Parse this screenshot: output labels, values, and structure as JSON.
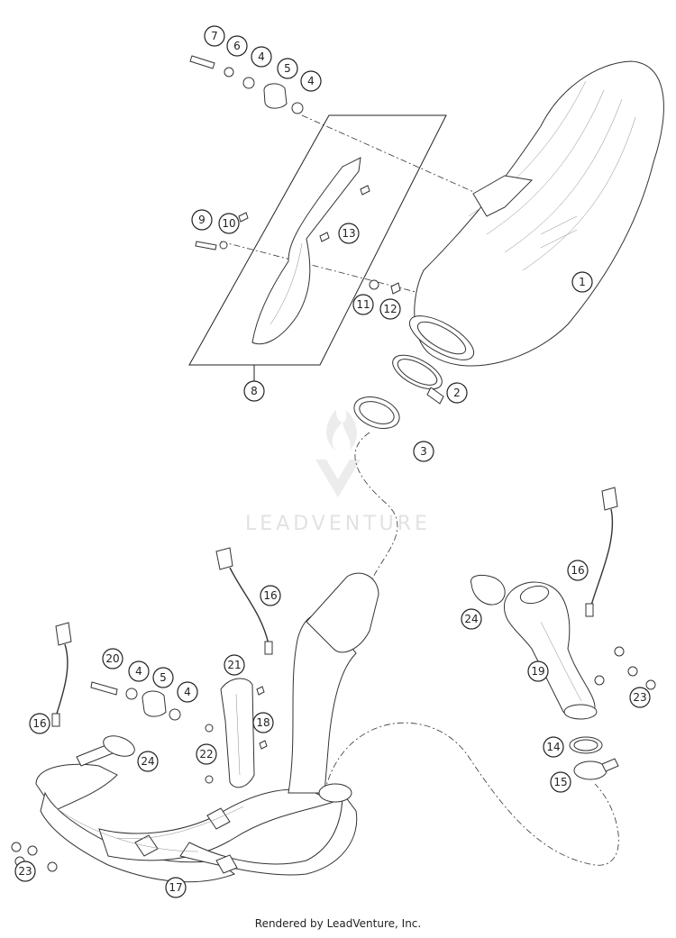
{
  "watermark": {
    "text": "LEADVENTURE"
  },
  "footer": {
    "text": "Rendered by LeadVenture, Inc."
  },
  "colors": {
    "line": "#333333",
    "watermark": "#e2e2e2",
    "background": "#ffffff"
  },
  "callouts": [
    {
      "id": "c7",
      "label": "7"
    },
    {
      "id": "c6",
      "label": "6"
    },
    {
      "id": "c4a",
      "label": "4"
    },
    {
      "id": "c5a",
      "label": "5"
    },
    {
      "id": "c4b",
      "label": "4"
    },
    {
      "id": "c9",
      "label": "9"
    },
    {
      "id": "c10",
      "label": "10"
    },
    {
      "id": "c13",
      "label": "13"
    },
    {
      "id": "c11",
      "label": "11"
    },
    {
      "id": "c12",
      "label": "12"
    },
    {
      "id": "c1",
      "label": "1"
    },
    {
      "id": "c8",
      "label": "8"
    },
    {
      "id": "c2",
      "label": "2"
    },
    {
      "id": "c3",
      "label": "3"
    },
    {
      "id": "c16a",
      "label": "16"
    },
    {
      "id": "c16b",
      "label": "16"
    },
    {
      "id": "c16c",
      "label": "16"
    },
    {
      "id": "c24a",
      "label": "24"
    },
    {
      "id": "c24b",
      "label": "24"
    },
    {
      "id": "c19",
      "label": "19"
    },
    {
      "id": "c23a",
      "label": "23"
    },
    {
      "id": "c23b",
      "label": "23"
    },
    {
      "id": "c14",
      "label": "14"
    },
    {
      "id": "c15",
      "label": "15"
    },
    {
      "id": "c20",
      "label": "20"
    },
    {
      "id": "c4c",
      "label": "4"
    },
    {
      "id": "c5b",
      "label": "5"
    },
    {
      "id": "c4d",
      "label": "4"
    },
    {
      "id": "c21",
      "label": "21"
    },
    {
      "id": "c22",
      "label": "22"
    },
    {
      "id": "c18",
      "label": "18"
    },
    {
      "id": "c17",
      "label": "17"
    }
  ]
}
